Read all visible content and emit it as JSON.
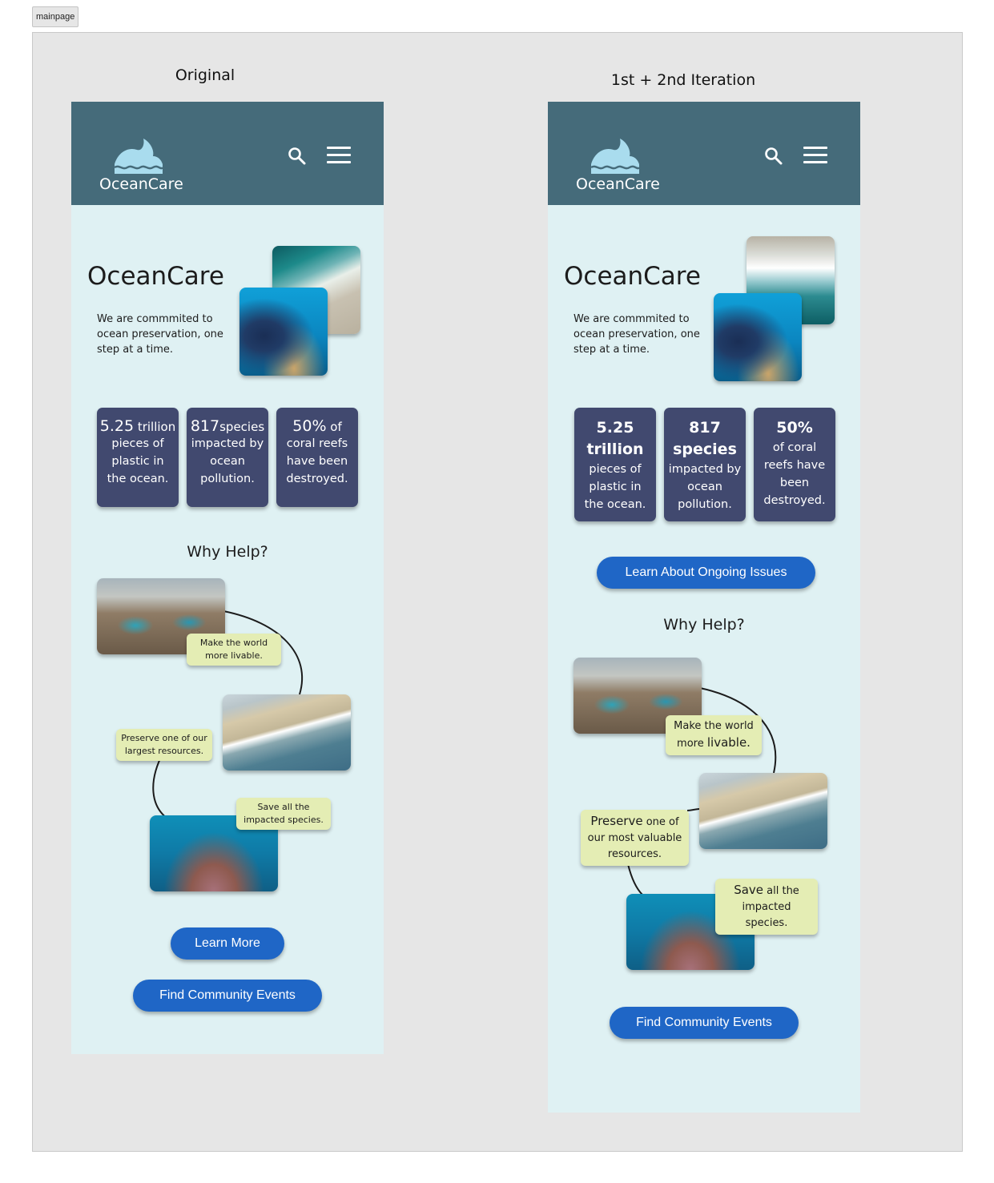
{
  "frame_tag": "mainpage",
  "left_column": {
    "title": "Original",
    "brand": "OceanCare",
    "hero_title": "OceanCare",
    "hero_subtitle": "We are commmited to ocean preservation, one step at a time.",
    "stats": [
      {
        "big": "5.25",
        "small": " trillion",
        "lines": [
          "pieces of",
          "plastic in",
          "the ocean."
        ]
      },
      {
        "big": "817",
        "small": "species",
        "lines": [
          "impacted by",
          "ocean",
          "pollution."
        ]
      },
      {
        "big": "50%",
        "small": " of",
        "lines": [
          "coral reefs",
          "have been",
          "destroyed."
        ]
      }
    ],
    "why_title": "Why Help?",
    "notes": [
      {
        "text": "Make the world more livable."
      },
      {
        "text": "Preserve one of our largest resources."
      },
      {
        "text": "Save all the impacted species."
      }
    ],
    "buttons": {
      "learn_more": "Learn More",
      "community": "Find Community Events"
    }
  },
  "right_column": {
    "title": "1st + 2nd Iteration",
    "brand": "OceanCare",
    "hero_title": "OceanCare",
    "hero_subtitle": "We are commmited to ocean preservation, one step at a time.",
    "stats": [
      {
        "bold": [
          "5.25",
          "trillion"
        ],
        "lines": [
          "pieces of",
          "plastic in",
          "the ocean."
        ]
      },
      {
        "bold": [
          "817",
          "species"
        ],
        "lines": [
          "impacted by",
          "ocean",
          "pollution."
        ]
      },
      {
        "bold": [
          "50%"
        ],
        "lines": [
          "of coral",
          "reefs have",
          "been",
          "destroyed."
        ]
      }
    ],
    "ongoing_button": "Learn About Ongoing Issues",
    "why_title": "Why Help?",
    "notes": [
      {
        "pre": "Make the world more ",
        "big": "livable."
      },
      {
        "big": "Preserve",
        "post": " one of our most valuable resources."
      },
      {
        "big": "Save",
        "post": " all the impacted species."
      }
    ],
    "community_button": "Find Community Events"
  },
  "colors": {
    "header": "#456b7a",
    "page_bg": "#dff1f3",
    "stat_card": "#41496f",
    "note": "#e4edb4",
    "button": "#1f66c6",
    "canvas": "#e6e6e6"
  },
  "icons": [
    "wave-logo-icon",
    "search-icon",
    "hamburger-menu-icon"
  ]
}
